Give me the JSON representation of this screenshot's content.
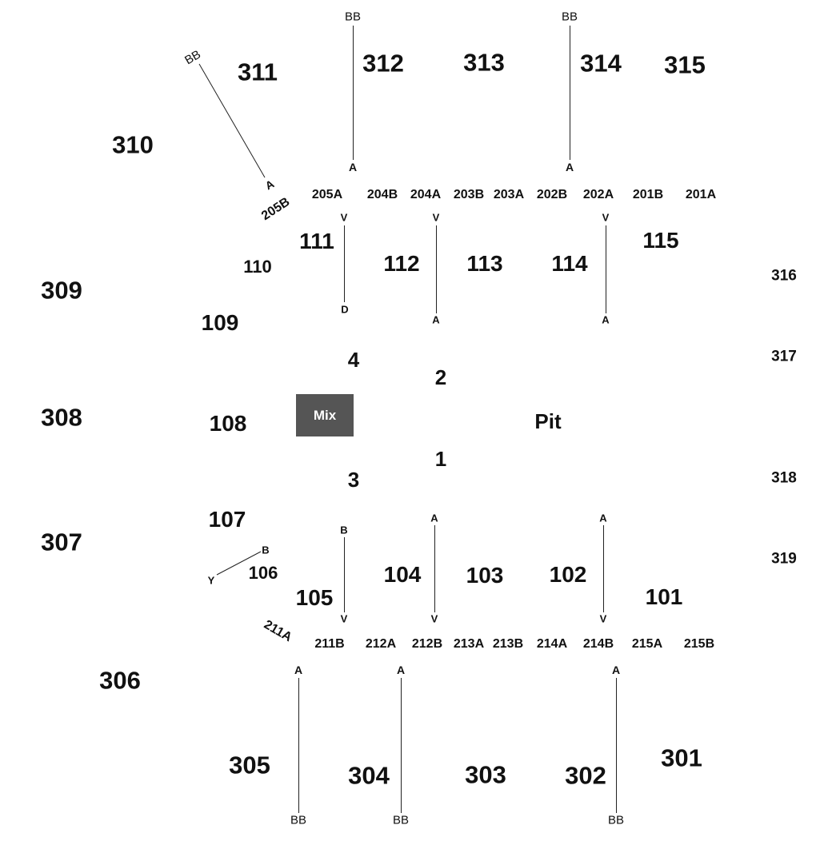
{
  "sections_300s": {
    "s301": "301",
    "s302": "302",
    "s303": "303",
    "s304": "304",
    "s305": "305",
    "s306": "306",
    "s307": "307",
    "s308": "308",
    "s309": "309",
    "s310": "310",
    "s311": "311",
    "s312": "312",
    "s313": "313",
    "s314": "314",
    "s315": "315",
    "s316": "316",
    "s317": "317",
    "s318": "318",
    "s319": "319"
  },
  "sections_100s": {
    "s101": "101",
    "s102": "102",
    "s103": "103",
    "s104": "104",
    "s105": "105",
    "s106": "106",
    "s107": "107",
    "s108": "108",
    "s109": "109",
    "s110": "110",
    "s111": "111",
    "s112": "112",
    "s113": "113",
    "s114": "114",
    "s115": "115"
  },
  "boxes_200s": {
    "b201a": "201A",
    "b201b": "201B",
    "b202a": "202A",
    "b202b": "202B",
    "b203a": "203A",
    "b203b": "203B",
    "b204a": "204A",
    "b204b": "204B",
    "b205a": "205A",
    "b205b": "205B",
    "b211a": "211A",
    "b211b": "211B",
    "b212a": "212A",
    "b212b": "212B",
    "b213a": "213A",
    "b213b": "213B",
    "b214a": "214A",
    "b214b": "214B",
    "b215a": "215A",
    "b215b": "215B"
  },
  "floor": {
    "f1": "1",
    "f2": "2",
    "f3": "3",
    "f4": "4",
    "mix": "Mix",
    "pit": "Pit"
  },
  "markers": {
    "a": "A",
    "bb": "BB",
    "v": "V",
    "d": "D",
    "b": "B",
    "y": "Y"
  }
}
